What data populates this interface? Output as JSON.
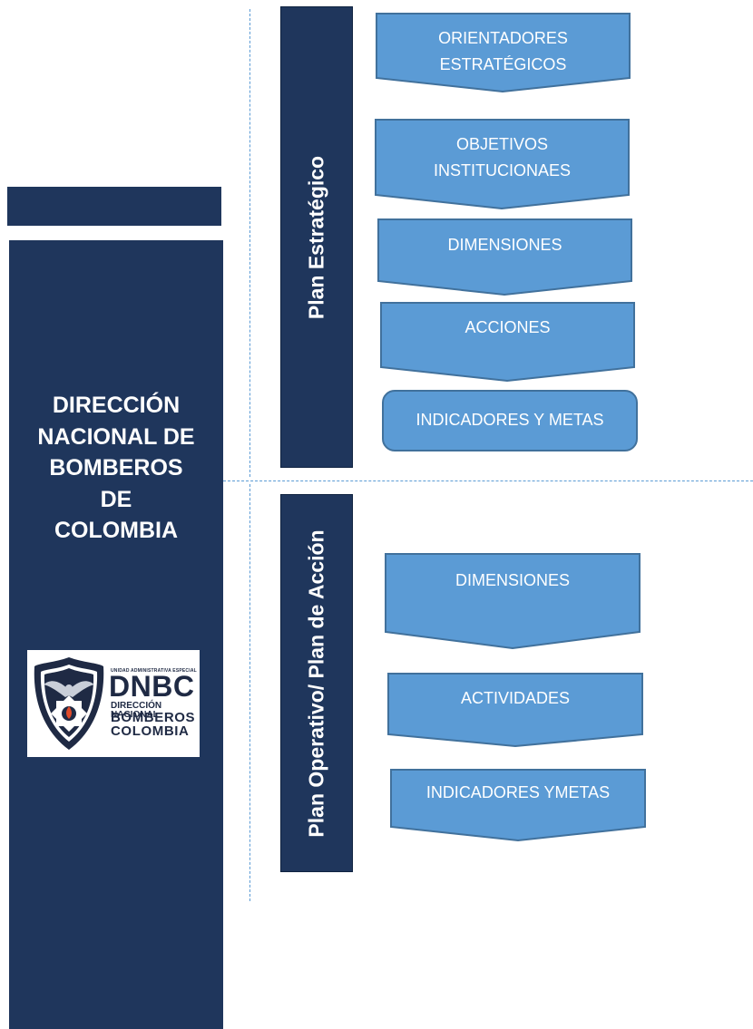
{
  "organization": {
    "title_lines": [
      "DIRECCIÓN",
      "NACIONAL DE",
      "BOMBEROS",
      "DE",
      "COLOMBIA"
    ]
  },
  "logo": {
    "small_text": "UNIDAD ADMINISTRATIVA ESPECIAL",
    "acronym": "DNBC",
    "line1": "DIRECCIÓN NACIONAL",
    "line2": "BOMBEROS",
    "line3": "COLOMBIA"
  },
  "plans": [
    {
      "label": "Plan Estratégico",
      "steps": [
        {
          "lines": [
            "ORIENTADORES",
            "ESTRATÉGICOS"
          ],
          "shape": "arrow"
        },
        {
          "lines": [
            "OBJETIVOS",
            "INSTITUCIONAES"
          ],
          "shape": "arrow"
        },
        {
          "lines": [
            "DIMENSIONES"
          ],
          "shape": "arrow"
        },
        {
          "lines": [
            "ACCIONES"
          ],
          "shape": "arrow"
        },
        {
          "lines": [
            "INDICADORES Y METAS"
          ],
          "shape": "rounded-box"
        }
      ]
    },
    {
      "label": "Plan Operativo/ Plan de Acción",
      "steps": [
        {
          "lines": [
            "DIMENSIONES"
          ],
          "shape": "arrow"
        },
        {
          "lines": [
            "ACTIVIDADES"
          ],
          "shape": "arrow"
        },
        {
          "lines": [
            "INDICADORES YMETAS"
          ],
          "shape": "arrow"
        }
      ]
    }
  ],
  "colors": {
    "navy": "#1f365c",
    "step_fill": "#5b9bd5",
    "step_border": "#41719c",
    "divider": "#5b9bd5"
  }
}
